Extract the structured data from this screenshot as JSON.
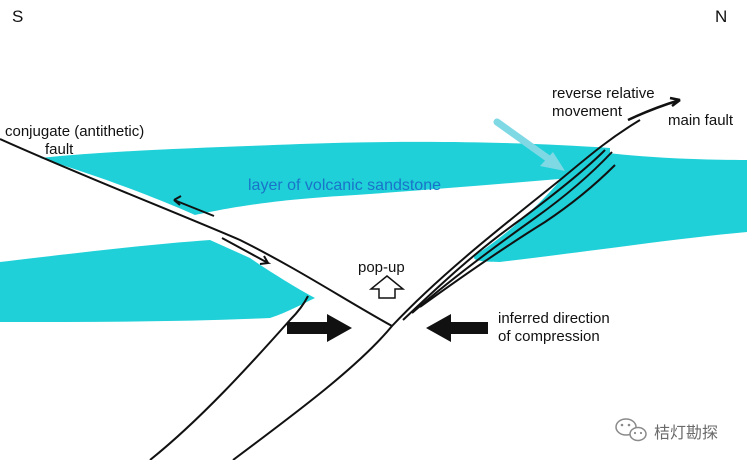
{
  "compass": {
    "left": "S",
    "right": "N"
  },
  "labels": {
    "conjugate_line1": "conjugate (antithetic)",
    "conjugate_line2": "fault",
    "layer": "layer of volcanic sandstone",
    "reverse_line1": "reverse relative",
    "reverse_line2": "movement",
    "main_fault": "main fault",
    "popup": "pop-up",
    "compression_line1": "inferred direction",
    "compression_line2": "of compression"
  },
  "watermark": {
    "text": "桔灯勘探"
  },
  "colors": {
    "background": "#ffffff",
    "sandstone": "#1fd0d8",
    "layer_label": "#1a73c9",
    "arrow_light": "#7fd9e5",
    "line": "#111111"
  }
}
